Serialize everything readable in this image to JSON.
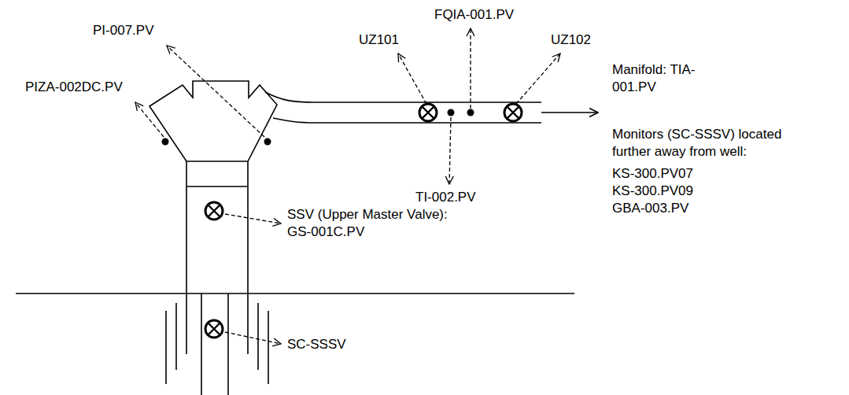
{
  "diagram": {
    "labels": [
      "PIZA-002DC.PV",
      "PI-007.PV",
      "UZ101",
      "FQIA-001.PV",
      "UZ102",
      "Manifold: TIA-001.PV",
      "TI-002.PV",
      "SSV (Upper Master Valve): GS-001C.PV",
      "SC-SSSV",
      "Monitors (SC-SSSV) located further away from well:",
      "KS-300.PV07",
      "KS-300.PV09",
      "GBA-003.PV"
    ]
  }
}
